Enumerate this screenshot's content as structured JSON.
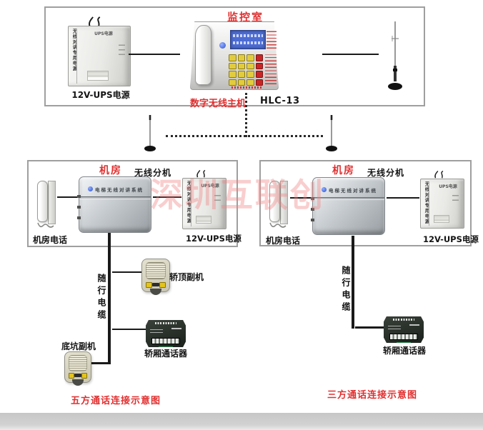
{
  "diagram": {
    "monitor_room": {
      "title": "监控室",
      "ups_label": "12V-UPS电源",
      "host_label": "数字无线主机",
      "host_model": "HLC-13"
    },
    "shared": {
      "ups_vertical_text": "无线对讲专用电源",
      "ups_small_text": "UPS电源",
      "ups_label": "12V-UPS电源",
      "machine_room_title": "机房",
      "wireless_extension": "无线分机",
      "room_phone": "机房电话",
      "device_strip_text": "电梯无线对讲系统",
      "traveling_cable": "随行电缆",
      "car_talk_device": "轿厢通话器"
    },
    "left_system": {
      "car_top_extension": "轿顶副机",
      "pit_extension": "底坑副机",
      "caption": "五方通话连接示意图"
    },
    "right_system": {
      "caption": "三方通话连接示意图"
    },
    "watermark": "深圳互联创",
    "colors": {
      "caption_red": "#e03030",
      "border_gray": "#9f9f9f",
      "line_black": "#1a1a1a",
      "lcd_blue": "#4d6cd2",
      "key_yellow": "#e2cc3e",
      "key_red": "#c92626",
      "watermark_pink": "#f08080"
    }
  }
}
